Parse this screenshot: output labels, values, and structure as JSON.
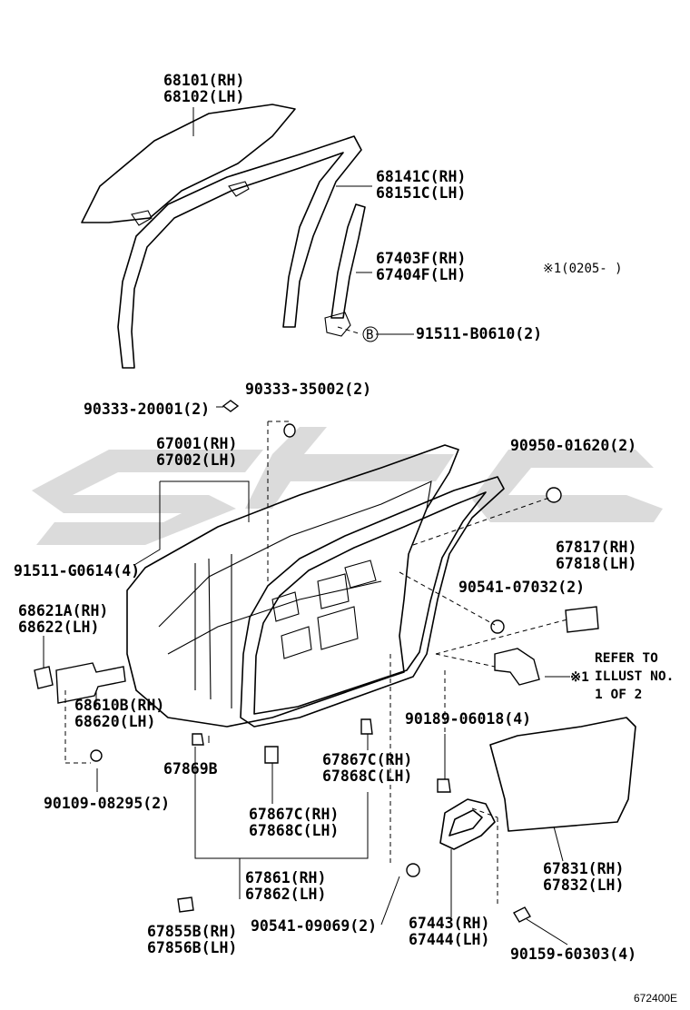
{
  "figure_code": "672400E",
  "callouts": {
    "glass": [
      "68101(RH)",
      "68102(LH)"
    ],
    "glass_run": [
      "68141C(RH)",
      "68151C(LH)"
    ],
    "division_bar": [
      "67403F(RH)",
      "67404F(LH)"
    ],
    "screw_b_marker": "B",
    "screw_b": "91511-B0610(2)",
    "date_note": "※1(0205-    )",
    "bolt_20001": "90333-20001(2)",
    "bolt_35002": "90333-35002(2)",
    "door_panel": [
      "67001(RH)",
      "67002(LH)"
    ],
    "plug_01620": "90950-01620(2)",
    "hinge_bolt": "91511-G0614(4)",
    "cover_right": [
      "67817(RH)",
      "67818(LH)"
    ],
    "plug_07032": "90541-07032(2)",
    "stopper": [
      "68621A(RH)",
      "68622(LH)"
    ],
    "refer_note": [
      "REFER TO",
      "ILLUST NO.",
      "1 OF 2"
    ],
    "refer_marker": "※1",
    "check_assy": [
      "68610B(RH)",
      "68620(LH)"
    ],
    "grommet_06018": "90189-06018(4)",
    "clip_67869": "67869B",
    "clip_67867_a": [
      "67867C(RH)",
      "67868C(LH)"
    ],
    "clip_67867_b": [
      "67867C(RH)",
      "67868C(LH)"
    ],
    "bolt_08295": "90109-08295(2)",
    "service_hole_cover": [
      "67831(RH)",
      "67832(LH)"
    ],
    "weatherstrip": [
      "67861(RH)",
      "67862(LH)"
    ],
    "pad": [
      "67855B(RH)",
      "67856B(LH)"
    ],
    "plug_09069": "90541-09069(2)",
    "bracket": [
      "67443(RH)",
      "67444(LH)"
    ],
    "screw_60303": "90159-60303(4)"
  }
}
